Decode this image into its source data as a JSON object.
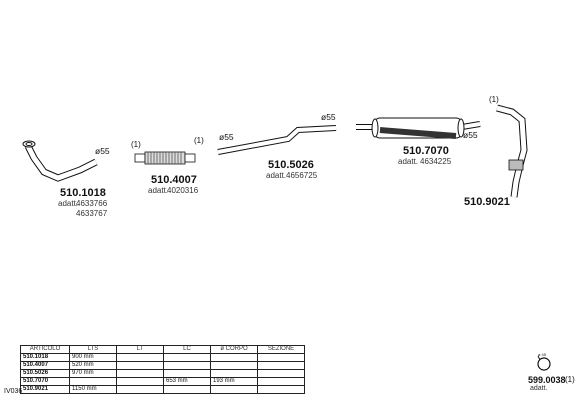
{
  "parts": [
    {
      "code": "510.1018",
      "adatt_prefix": "adatt.",
      "adatt_1": "4633766",
      "adatt_2": "4633767",
      "diam": "ø55"
    },
    {
      "code": "510.4007",
      "adatt_prefix": "adatt.",
      "adatt": "4020316",
      "note_left": "(1)",
      "note_right": "(1)"
    },
    {
      "code": "510.5026",
      "adatt_prefix": "adatt.",
      "adatt": "4656725",
      "diam": "ø55",
      "diam_2": "ø55"
    },
    {
      "code": "510.7070",
      "adatt_prefix": "adatt.",
      "adatt": "4634225",
      "diam": "ø55"
    },
    {
      "code": "510.9021",
      "note": "(1)"
    },
    {
      "code": "599.0038",
      "note": "(1)",
      "adatt_prefix": "adatt."
    }
  ],
  "clamp_tag": "ø 45",
  "page_code": "IV036",
  "table": {
    "headers": [
      "ARTICOLO",
      "LTS",
      "LT",
      "LC",
      "ø CORPO",
      "SEZIONE"
    ],
    "rows": [
      [
        "510.1018",
        "900 mm",
        "",
        "",
        "",
        ""
      ],
      [
        "510.4007",
        "520 mm",
        "",
        "",
        "",
        ""
      ],
      [
        "510.5026",
        "970 mm",
        "",
        "",
        "",
        ""
      ],
      [
        "510.7070",
        "",
        "",
        "653 mm",
        "193 mm",
        ""
      ],
      [
        "510.9021",
        "1150 mm",
        "",
        "",
        "",
        ""
      ]
    ]
  }
}
